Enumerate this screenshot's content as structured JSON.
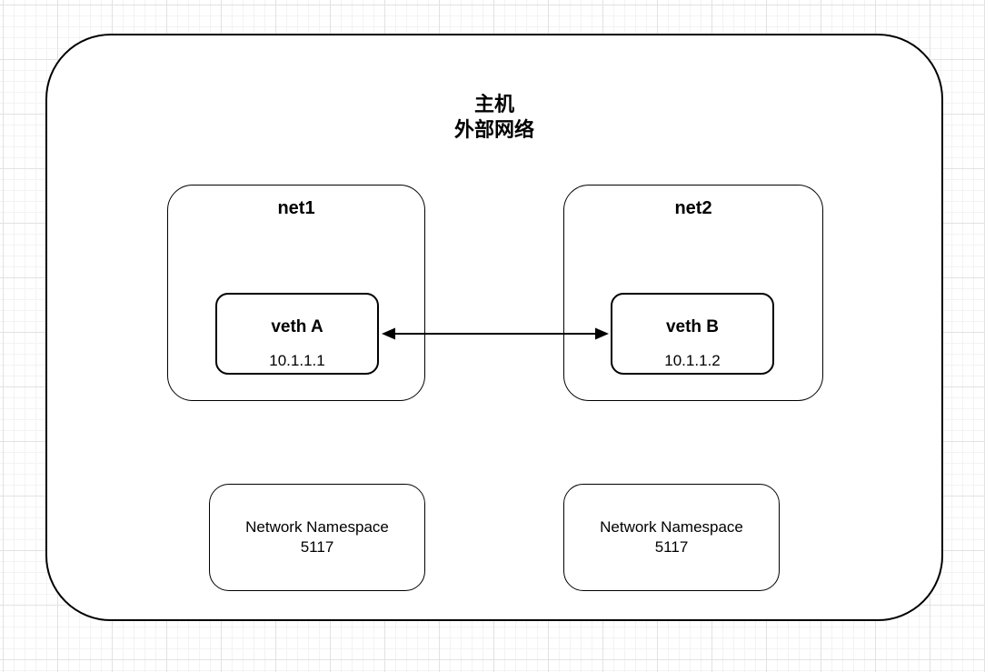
{
  "diagram": {
    "host": {
      "title_line1": "主机",
      "title_line2": "外部网络"
    },
    "networks": [
      {
        "label": "net1",
        "veth_name": "veth A",
        "veth_ip": "10.1.1.1"
      },
      {
        "label": "net2",
        "veth_name": "veth B",
        "veth_ip": "10.1.1.2"
      }
    ],
    "connector": {
      "type": "bidirectional-arrow",
      "from": "veth A",
      "to": "veth B"
    },
    "namespaces": [
      {
        "title": "Network Namespace",
        "id": "5117"
      },
      {
        "title": "Network Namespace",
        "id": "5117"
      }
    ],
    "colors": {
      "stroke": "#000000",
      "fill": "#ffffff",
      "text": "#000000",
      "grid_minor": "#f3f3f3",
      "grid_major": "#e2e2e2"
    }
  }
}
